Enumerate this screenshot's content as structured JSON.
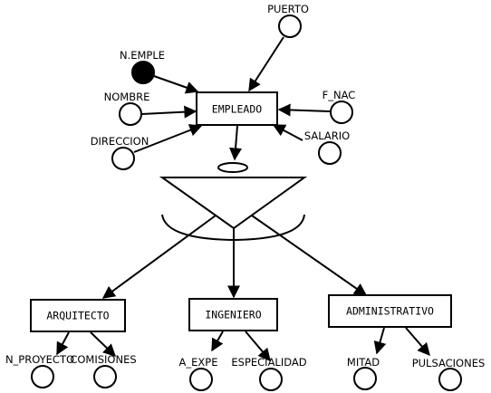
{
  "entities": {
    "empleado": "EMPLEADO",
    "arquitecto": "ARQUITECTO",
    "ingeniero": "INGENIERO",
    "administrativo": "ADMINISTRATIVO"
  },
  "attributes": {
    "puerto": "PUERTO",
    "n_emple": "N.EMPLE",
    "nombre": "NOMBRE",
    "direccion": "DIRECCION",
    "f_nac": "F_NAC",
    "salario": "SALARIO",
    "n_proyecto": "N_PROYECTO",
    "comisiones": "COMISIONES",
    "a_expe": "A_EXPE",
    "especialidad": "ESPECIALIDAD",
    "mitad": "MITAD",
    "pulsaciones": "PULSACIONES"
  },
  "key_attribute": "n_emple"
}
